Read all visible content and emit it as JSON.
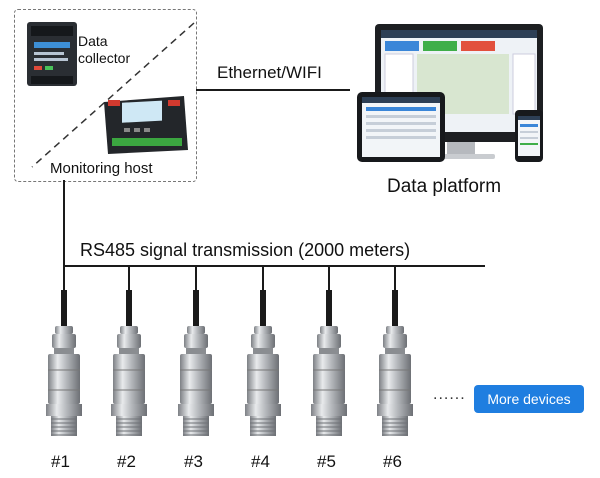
{
  "collector": {
    "label_line1": "Data",
    "label_line2": "collector"
  },
  "host": {
    "label": "Monitoring host"
  },
  "link": {
    "label": "Ethernet/WIFI"
  },
  "platform": {
    "label": "Data platform"
  },
  "bus": {
    "label": "RS485 signal transmission (2000 meters)"
  },
  "sensors": [
    "#1",
    "#2",
    "#3",
    "#4",
    "#5",
    "#6"
  ],
  "more": {
    "dots": "......",
    "button_label": "More devices"
  },
  "colors": {
    "accent": "#1f7ee0",
    "line": "#1a1a1a",
    "metal": "#b9bcc0"
  }
}
